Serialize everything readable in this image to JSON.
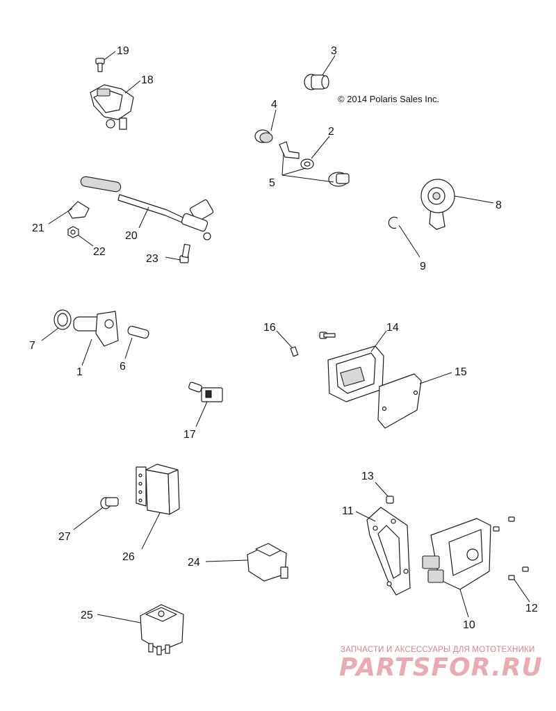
{
  "diagram": {
    "copyright": "© 2014 Polaris Sales Inc.",
    "watermark": {
      "tagline": "ЗАПЧАСТИ И АКСЕССУАРЫ ДЛЯ МОТОТЕХНИКИ",
      "logo_text": "PARTSFOR.RU"
    },
    "callouts": [
      {
        "id": "c1",
        "label": "1"
      },
      {
        "id": "c2",
        "label": "2"
      },
      {
        "id": "c3",
        "label": "3"
      },
      {
        "id": "c4",
        "label": "4"
      },
      {
        "id": "c5",
        "label": "5"
      },
      {
        "id": "c6",
        "label": "6"
      },
      {
        "id": "c7",
        "label": "7"
      },
      {
        "id": "c8",
        "label": "8"
      },
      {
        "id": "c9",
        "label": "9"
      },
      {
        "id": "c10",
        "label": "10"
      },
      {
        "id": "c11",
        "label": "11"
      },
      {
        "id": "c12",
        "label": "12"
      },
      {
        "id": "c13",
        "label": "13"
      },
      {
        "id": "c14",
        "label": "14"
      },
      {
        "id": "c15",
        "label": "15"
      },
      {
        "id": "c16",
        "label": "16"
      },
      {
        "id": "c17",
        "label": "17"
      },
      {
        "id": "c18",
        "label": "18"
      },
      {
        "id": "c19",
        "label": "19"
      },
      {
        "id": "c20",
        "label": "20"
      },
      {
        "id": "c21",
        "label": "21"
      },
      {
        "id": "c22",
        "label": "22"
      },
      {
        "id": "c23",
        "label": "23"
      },
      {
        "id": "c24",
        "label": "24"
      },
      {
        "id": "c25",
        "label": "25"
      },
      {
        "id": "c26",
        "label": "26"
      },
      {
        "id": "c27",
        "label": "27"
      }
    ]
  }
}
